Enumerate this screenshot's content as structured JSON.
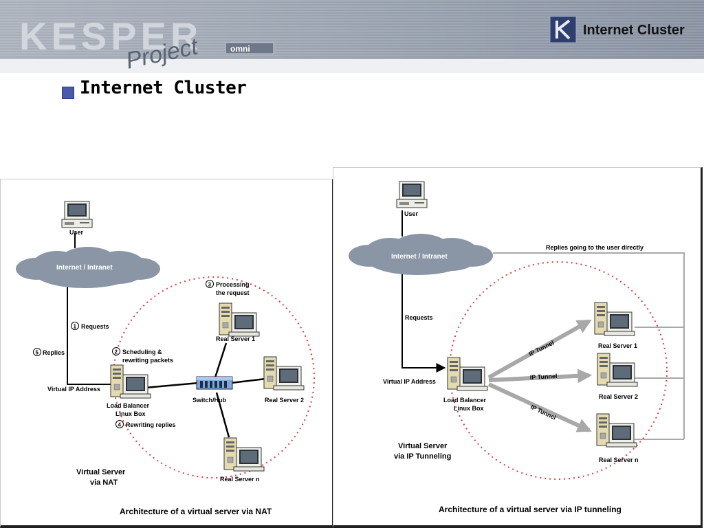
{
  "header": {
    "logo_text": "KESPER",
    "logo_script": "Project",
    "logo_small": "omni",
    "title": "Internet Cluster"
  },
  "page": {
    "title": "Internet Cluster"
  },
  "colors": {
    "bullet": "#4a5aa8",
    "header_bg": "#8e97a6",
    "cloud": "#8a96a5",
    "dotted_circle": "#e03a3a",
    "arrow": "#a8a8a8"
  },
  "nat": {
    "user": "User",
    "cloud": "Internet / Intranet",
    "step1": "Requests",
    "step2a": "Scheduling &",
    "step2b": "rewriting packets",
    "step3a": "Processing",
    "step3b": "the request",
    "step4": "Rewriting replies",
    "step5": "Replies",
    "vip": "Virtual IP Address",
    "lb1": "Load Balancer",
    "lb2": "Linux Box",
    "switch": "Switch/Hub",
    "rs1": "Real Server 1",
    "rs2": "Real Server 2",
    "rsn": "Real Server n",
    "vs1": "Virtual Server",
    "vs2": "via NAT",
    "caption": "Architecture of a virtual server via NAT"
  },
  "tun": {
    "user": "User",
    "cloud": "Internet / Intranet",
    "replies": "Replies going to the user directly",
    "requests": "Requests",
    "vip": "Virtual IP Address",
    "lb1": "Load Balancer",
    "lb2": "Linux Box",
    "tunnel": "IP Tunnel",
    "rs1": "Real Server 1",
    "rs2": "Real Server 2",
    "rsn": "Real Server n",
    "vs1": "Virtual Server",
    "vs2": "via IP Tunneling",
    "caption": "Architecture of a virtual server via IP tunneling"
  }
}
